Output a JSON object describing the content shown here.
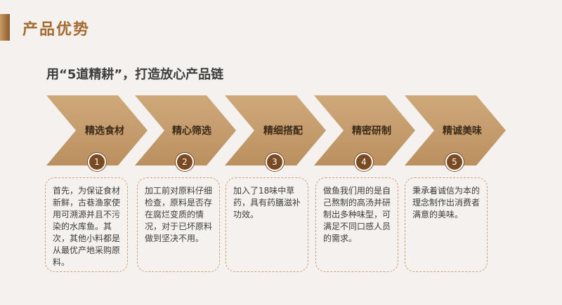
{
  "page": {
    "title": "产品优势",
    "subtitle": "用“5道精耕”，打造放心产品链"
  },
  "colors": {
    "accent": "#a36b2f",
    "chevron": "#c8a072",
    "circle": "#7a4a22"
  },
  "steps": [
    {
      "number": "1",
      "label": "精选食材",
      "description": "首先，为保证食材新鲜，古巷渔家使用可溯源并且不污染的水库鱼。其次，其他小料都是从最优产地采购原料。"
    },
    {
      "number": "2",
      "label": "精心筛选",
      "description": "加工前对原料仔细检查，原料是否存在腐烂变质的情况，对于已坏原料做到坚决不用。"
    },
    {
      "number": "3",
      "label": "精细搭配",
      "description": "加入了18味中草药，具有药膳滋补功效。"
    },
    {
      "number": "4",
      "label": "精密研制",
      "description": "做鱼我们用的是自己熬制的高汤并研制出多种味型，可满足不同口感人员的需求。"
    },
    {
      "number": "5",
      "label": "精诚美味",
      "description": "秉承着诚信为本的理念制作出消费者满意的美味。"
    }
  ]
}
